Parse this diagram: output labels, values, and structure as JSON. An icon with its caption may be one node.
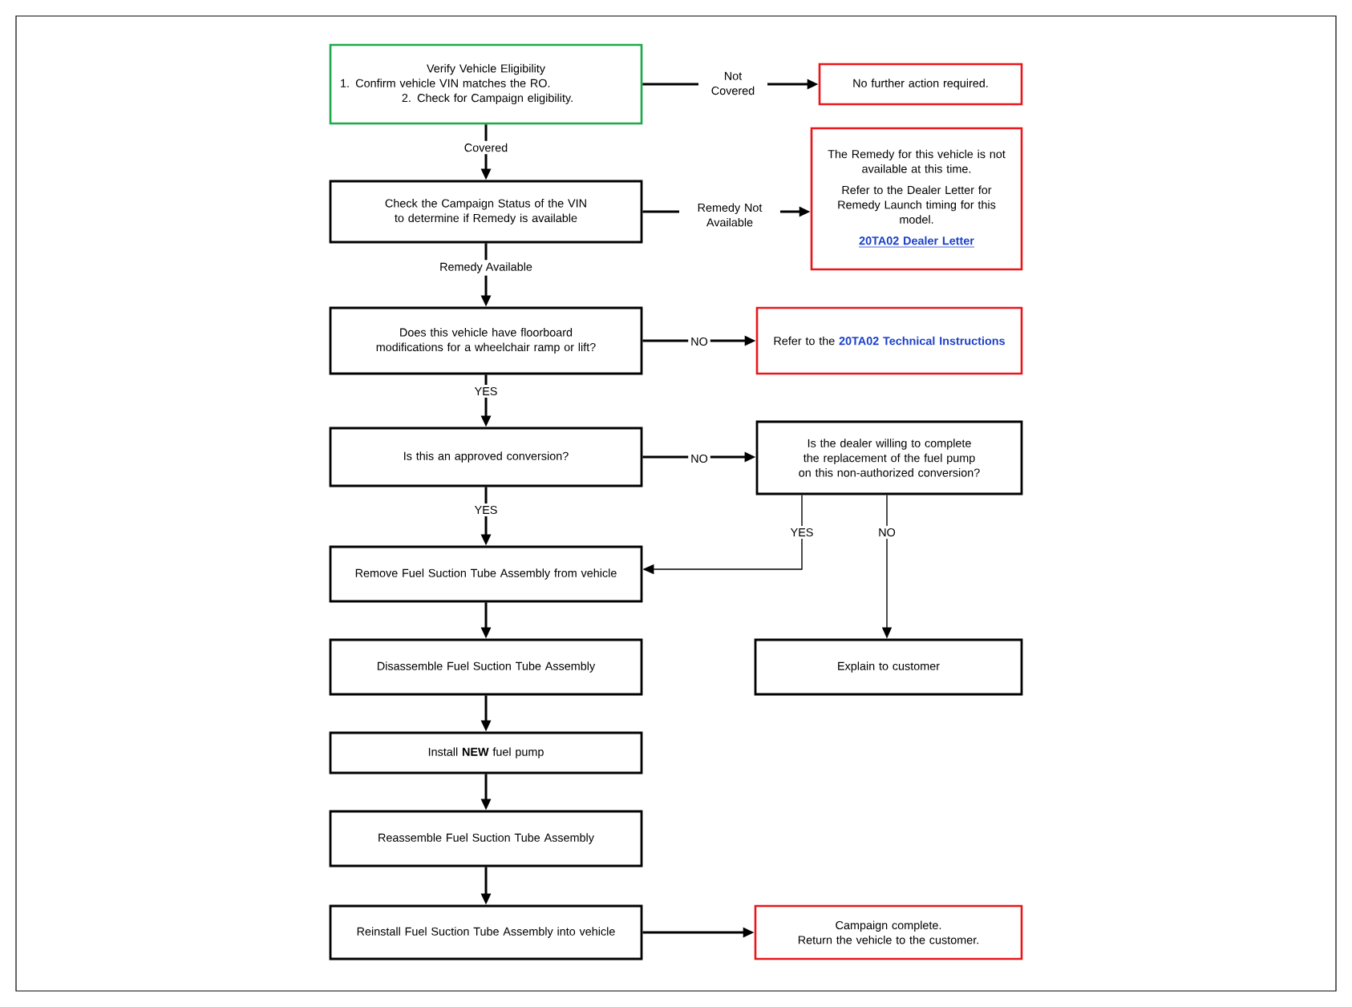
{
  "diagram": {
    "nodes": [
      {
        "text": [
          "Verify Vehicle Eligibility",
          "1.  Confirm vehicle VIN matches the RO.",
          "2.  Check for Campaign eligibility."
        ]
      },
      {
        "text": [
          "No further action required."
        ]
      },
      {
        "text": [
          "Check the Campaign Status of the VIN to determine if Remedy is available"
        ]
      },
      {
        "text": [
          "The Remedy for this vehicle is not available at this time.",
          "Refer to the Dealer Letter for Remedy Launch timing for this model.",
          "20TA02 Dealer Letter"
        ]
      },
      {
        "text": [
          "Does this vehicle have floorboard modifications for a wheelchair ramp or lift?"
        ]
      },
      {
        "text": [
          "Refer to the",
          "20TA02 Technical Instructions"
        ]
      },
      {
        "text": [
          "Is this an approved conversion?"
        ]
      },
      {
        "text": [
          "Is the dealer willing to complete the replacement of the fuel pump on this non-authorized conversion?"
        ]
      },
      {
        "text": [
          "Remove Fuel Suction Tube Assembly from vehicle"
        ]
      },
      {
        "text": [
          "Explain to customer"
        ]
      },
      {
        "text": [
          "Disassemble Fuel Suction Tube Assembly"
        ]
      },
      {
        "text": [
          "Install **NEW** fuel pump"
        ]
      },
      {
        "text": [
          "Reassemble Fuel Suction Tube Assembly"
        ]
      },
      {
        "text": [
          "Reinstall Fuel Suction Tube Assembly into vehicle"
        ]
      },
      {
        "text": [
          "Campaign complete.",
          "Return the vehicle to the customer."
        ]
      }
    ],
    "edges": [
      {
        "from": 0,
        "to": 1,
        "arrow": "to",
        "label": "Not Covered"
      },
      {
        "from": 0,
        "to": 2,
        "arrow": "to",
        "label": "Covered"
      },
      {
        "from": 2,
        "to": 3,
        "arrow": "to",
        "label": "Remedy Not Available"
      },
      {
        "from": 2,
        "to": 4,
        "arrow": "to",
        "label": "Remedy Available"
      },
      {
        "from": 4,
        "to": 5,
        "arrow": "to",
        "label": "NO"
      },
      {
        "from": 4,
        "to": 6,
        "arrow": "to",
        "label": "YES"
      },
      {
        "from": 6,
        "to": 7,
        "arrow": "to",
        "label": "NO"
      },
      {
        "from": 6,
        "to": 8,
        "arrow": "to",
        "label": "YES"
      },
      {
        "from": 7,
        "to": 8,
        "arrow": "to",
        "label": "YES"
      },
      {
        "from": 7,
        "to": 9,
        "arrow": "to",
        "label": "NO"
      },
      {
        "from": 8,
        "to": 10,
        "arrow": "to"
      },
      {
        "from": 10,
        "to": 11,
        "arrow": "to"
      },
      {
        "from": 11,
        "to": 12,
        "arrow": "to"
      },
      {
        "from": 12,
        "to": 13,
        "arrow": "to"
      },
      {
        "from": 13,
        "to": 14,
        "arrow": "to"
      }
    ]
  }
}
